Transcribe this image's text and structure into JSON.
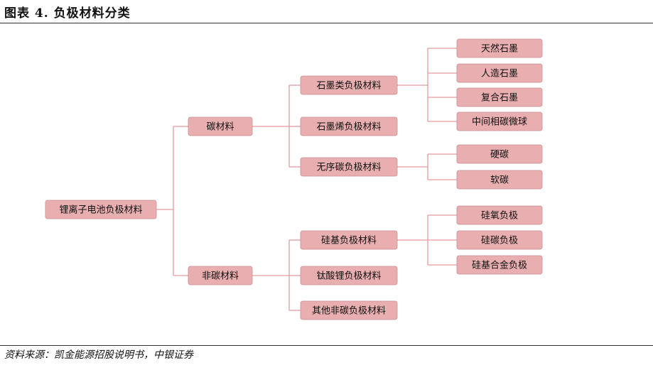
{
  "header": {
    "title": "图表 4. 负极材料分类"
  },
  "footer": {
    "source": "资料来源：凯金能源招股说明书，中银证券"
  },
  "tree": {
    "label": "锂离子电池负极材料",
    "children": [
      {
        "label": "碳材料",
        "children": [
          {
            "label": "石墨类负极材料",
            "children": [
              {
                "label": "天然石墨"
              },
              {
                "label": "人造石墨"
              },
              {
                "label": "复合石墨"
              },
              {
                "label": "中间相碳微球"
              }
            ]
          },
          {
            "label": "石墨烯负极材料"
          },
          {
            "label": "无序碳负极材料",
            "children": [
              {
                "label": "硬碳"
              },
              {
                "label": "软碳"
              }
            ]
          }
        ]
      },
      {
        "label": "非碳材料",
        "children": [
          {
            "label": "硅基负极材料",
            "children": [
              {
                "label": "硅氧负极"
              },
              {
                "label": "硅碳负极"
              },
              {
                "label": "硅基合金负极"
              }
            ]
          },
          {
            "label": "钛酸锂负极材料"
          },
          {
            "label": "其他非碳负极材料"
          }
        ]
      }
    ]
  },
  "colors": {
    "node_fill": "#e8aeb0",
    "connector": "#e39a9d"
  }
}
